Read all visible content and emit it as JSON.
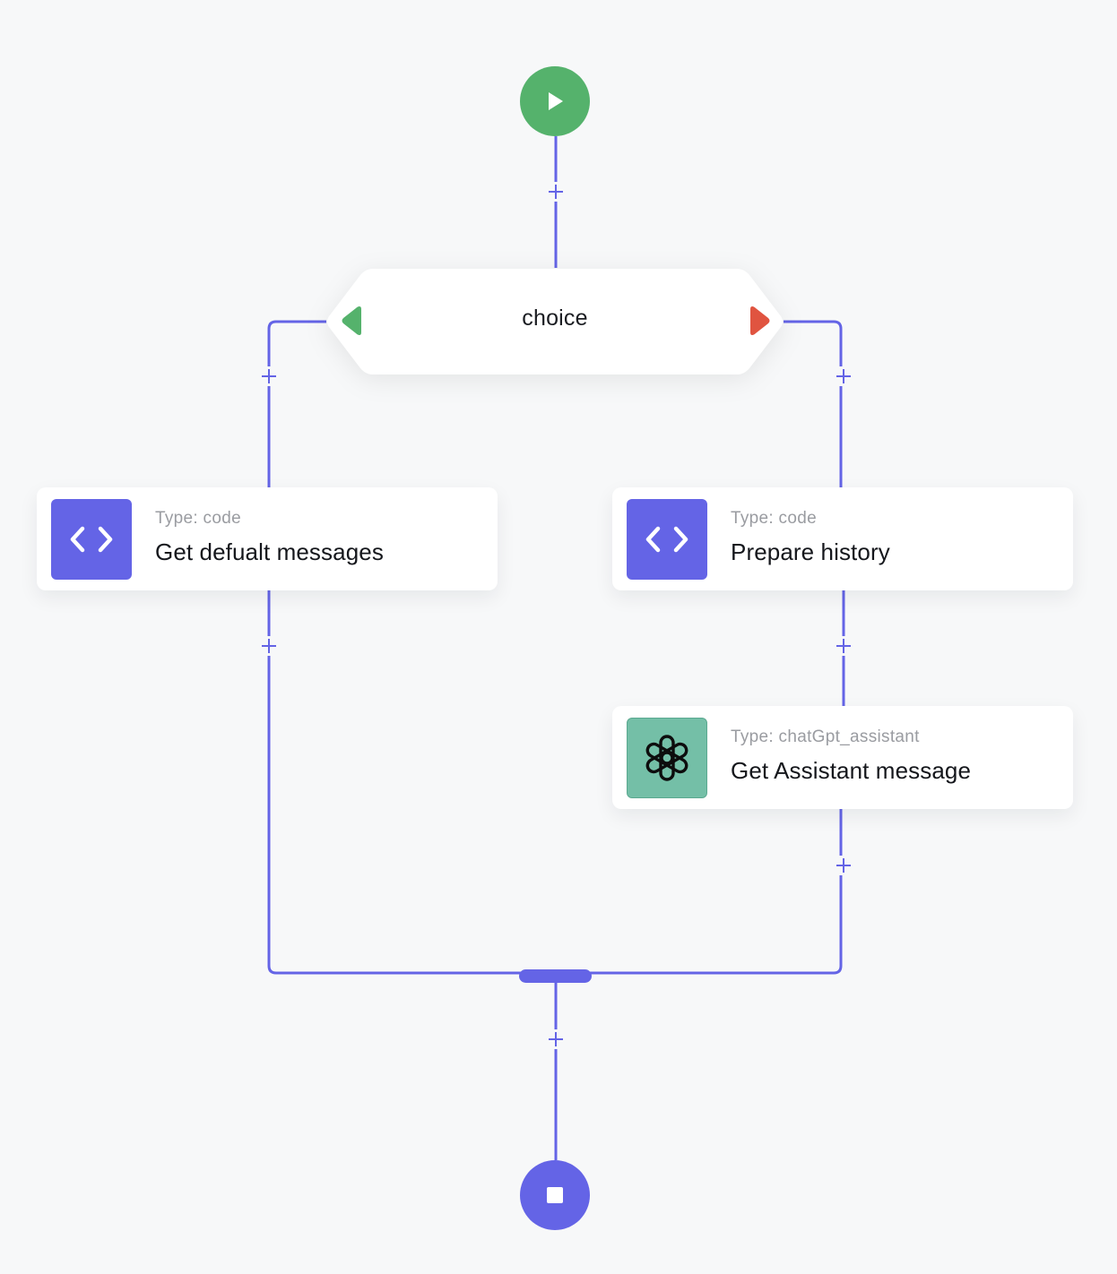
{
  "colors": {
    "background": "#f7f8f9",
    "wire": "#6464e6",
    "start": "#55b26c",
    "end": "#6464e6",
    "true_branch": "#55b26c",
    "false_branch": "#e05440",
    "code_icon_bg": "#6464e6",
    "gpt_icon_bg": "#74bfa7"
  },
  "flow": {
    "start": {
      "icon": "play-icon"
    },
    "end": {
      "icon": "stop-icon"
    },
    "choice": {
      "label": "choice",
      "true_handle_icon": "left-triangle-icon",
      "false_handle_icon": "right-triangle-icon"
    },
    "steps": [
      {
        "type_label": "Type: code",
        "title": "Get defualt messages",
        "icon": "code-brackets-icon"
      },
      {
        "type_label": "Type: code",
        "title": "Prepare history",
        "icon": "code-brackets-icon"
      },
      {
        "type_label": "Type: chatGpt_assistant",
        "title": "Get Assistant message",
        "icon": "openai-logo-icon"
      }
    ]
  }
}
